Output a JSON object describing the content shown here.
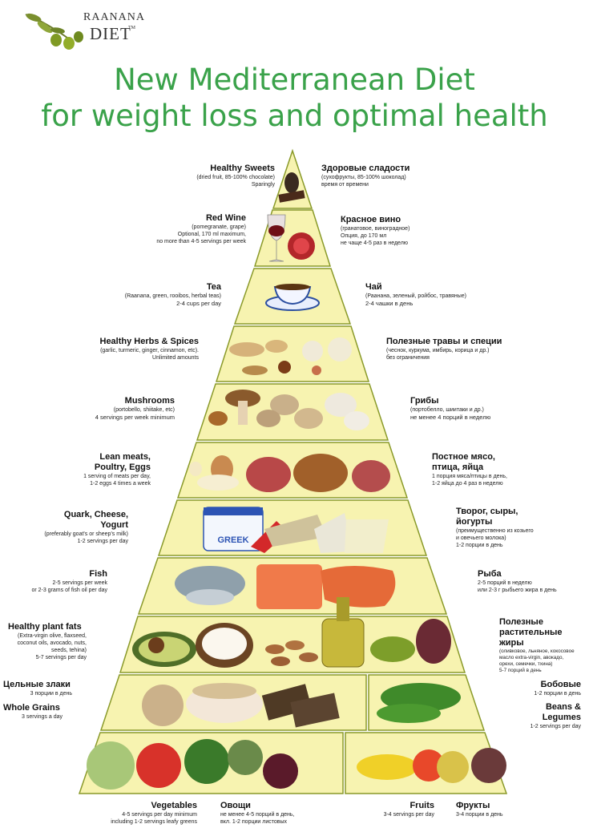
{
  "logo": {
    "line1": "RAANANA",
    "line2": "DIET",
    "tm": "TM"
  },
  "title": {
    "line1": "New Mediterranean Diet",
    "line2": "for weight loss and optimal health"
  },
  "colors": {
    "title": "#3aa24a",
    "tier_fill": "#f7f3b0",
    "tier_stroke": "#8a9a2a"
  },
  "tiers": [
    {
      "id": "sweets",
      "en": {
        "title": "Healthy Sweets",
        "lines": [
          "(dried fruit, 85-100% chocolate)",
          "Sparingly"
        ]
      },
      "ru": {
        "title": "Здоровые сладости",
        "lines": [
          "(сухофрукты, 85-100% шоколад)",
          "время от времени"
        ]
      }
    },
    {
      "id": "wine",
      "en": {
        "title": "Red Wine",
        "lines": [
          "(pomegranate, grape)",
          "Optional, 170 ml maximum,",
          "no more than 4-5 servings per week"
        ]
      },
      "ru": {
        "title": "Красное вино",
        "lines": [
          "(гранатовое, виноградное)",
          "Опция, до 170 мл",
          "не чаще 4-5 раз в неделю"
        ]
      }
    },
    {
      "id": "tea",
      "en": {
        "title": "Tea",
        "lines": [
          "(Raanana, green, rooibos, herbal teas)",
          "2-4 cups per day"
        ]
      },
      "ru": {
        "title": "Чай",
        "lines": [
          "(Раанана, зеленый, ройбос, травяные)",
          "2-4 чашки в день"
        ]
      }
    },
    {
      "id": "herbs",
      "en": {
        "title": "Healthy Herbs & Spices",
        "lines": [
          "(garlic, turmeric, ginger, cinnamon, etc).",
          "Unlimited amounts"
        ]
      },
      "ru": {
        "title": "Полезные травы и специи",
        "lines": [
          "(чеснок, куркума, имбирь, корица и др.)",
          "без ограничения"
        ]
      }
    },
    {
      "id": "mushrooms",
      "en": {
        "title": "Mushrooms",
        "lines": [
          "(portobello, shiitake, etc)",
          "4 servings per week minimum"
        ]
      },
      "ru": {
        "title": "Грибы",
        "lines": [
          "(портобелло, шиитаки и др.)",
          "не менее 4 порций в неделю"
        ]
      }
    },
    {
      "id": "meats",
      "en": {
        "title": "Lean meats, Poultry, Eggs",
        "title_lines": [
          "Lean meats,",
          "Poultry, Eggs"
        ],
        "lines": [
          "1 serving of meats per day,",
          "1-2 eggs 4 times a week"
        ]
      },
      "ru": {
        "title_lines": [
          "Постное мясо,",
          "птица, яйца"
        ],
        "lines": [
          "1 порция мяса/птицы в день,",
          "1-2 яйца до 4 раз в неделю"
        ]
      }
    },
    {
      "id": "dairy",
      "en": {
        "title_lines": [
          "Quark, Cheese,",
          "Yogurt"
        ],
        "lines": [
          "(preferably goat's or sheep's milk)",
          "1-2 servings per day"
        ]
      },
      "ru": {
        "title_lines": [
          "Творог, сыры,",
          "йогурты"
        ],
        "lines": [
          "(преимущественно из козьего",
          "и овечьего молока)",
          "1-2 порции в день"
        ]
      }
    },
    {
      "id": "fish",
      "en": {
        "title": "Fish",
        "lines": [
          "2-5 servings per week",
          "or 2-3 grams of fish oil per day"
        ]
      },
      "ru": {
        "title": "Рыба",
        "lines": [
          "2-5 порций в неделю",
          "или 2-3 г рыбьего жира в день"
        ]
      }
    },
    {
      "id": "fats",
      "en": {
        "title": "Healthy plant fats",
        "lines": [
          "(Extra-virgin olive, flaxseed,",
          "coconut oils, avocado, nuts,",
          "seeds, tehina)",
          "5-7 servings per day"
        ]
      },
      "ru": {
        "title_lines": [
          "Полезные",
          "растительные",
          "жиры"
        ],
        "lines": [
          "(оливковое, льняное, кокосовое",
          "масло extra-virgin, авокадо,",
          "орехи, семечки, тхина)",
          "5-7 порций в день"
        ]
      }
    },
    {
      "id": "grains",
      "ru_left": {
        "title": "Цельные злаки",
        "lines": [
          "3 порции в день"
        ]
      },
      "en": {
        "title": "Whole Grains",
        "lines": [
          "3 servings a day"
        ]
      },
      "ru": {
        "title": "Бобовые",
        "lines": [
          "1-2 порции в день"
        ]
      },
      "en_right": {
        "title_lines": [
          "Beans &",
          "Legumes"
        ],
        "lines": [
          "1-2 servings per day"
        ]
      }
    },
    {
      "id": "produce",
      "veg_en": {
        "title": "Vegetables",
        "lines": [
          "4-5 servings per day minimum",
          "including 1-2 servings leafy greens"
        ]
      },
      "veg_ru": {
        "title": "Овощи",
        "lines": [
          "не менее 4-5 порций в день,",
          "вкл. 1-2 порции листовых"
        ]
      },
      "fruit_en": {
        "title": "Fruits",
        "lines": [
          "3-4 servings per day"
        ]
      },
      "fruit_ru": {
        "title": "Фрукты",
        "lines": [
          "3-4 порции в день"
        ]
      }
    }
  ],
  "products": {
    "yogurt_brand": "GREEK"
  }
}
